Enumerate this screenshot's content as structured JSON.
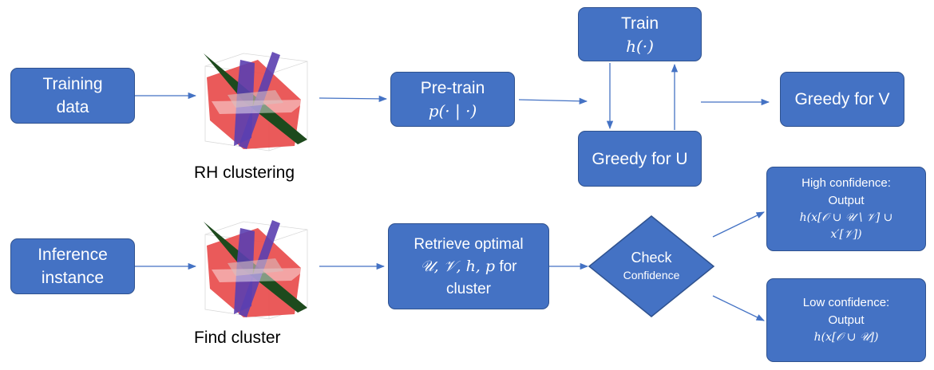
{
  "nodes": {
    "training_data": {
      "line1": "Training",
      "line2": "data"
    },
    "rh_clustering": {
      "caption": "RH clustering"
    },
    "pretrain": {
      "label": "Pre-train",
      "formula": "p(· | ·)"
    },
    "train_h": {
      "label": "Train",
      "formula": "h(·)"
    },
    "greedy_u": {
      "label": "Greedy for U"
    },
    "greedy_v": {
      "label": "Greedy for V"
    },
    "inference_instance": {
      "line1": "Inference",
      "line2": "instance"
    },
    "find_cluster": {
      "caption": "Find cluster"
    },
    "retrieve": {
      "line1": "Retrieve optimal",
      "line2_math": "𝒰, 𝒱, h, p",
      "line2_text": " for",
      "line3": "cluster"
    },
    "check": {
      "line1": "Check",
      "line2": "Confidence"
    },
    "high_conf": {
      "line1": "High confidence:",
      "line2": "Output",
      "line3": "h(x[𝒪 ∪ 𝒰 \\ 𝒱]  ∪",
      "line4": "x′[𝒱])"
    },
    "low_conf": {
      "line1": "Low confidence:",
      "line2": "Output",
      "line3": "h(x[𝒪 ∪ 𝒰])"
    }
  },
  "colors": {
    "box_fill": "#4472c4",
    "box_border": "#2f528f",
    "arrow": "#4472c4",
    "plane_red": "#e84c4c",
    "plane_green": "#1d4a1d",
    "plane_purple": "#5b3fb0"
  }
}
